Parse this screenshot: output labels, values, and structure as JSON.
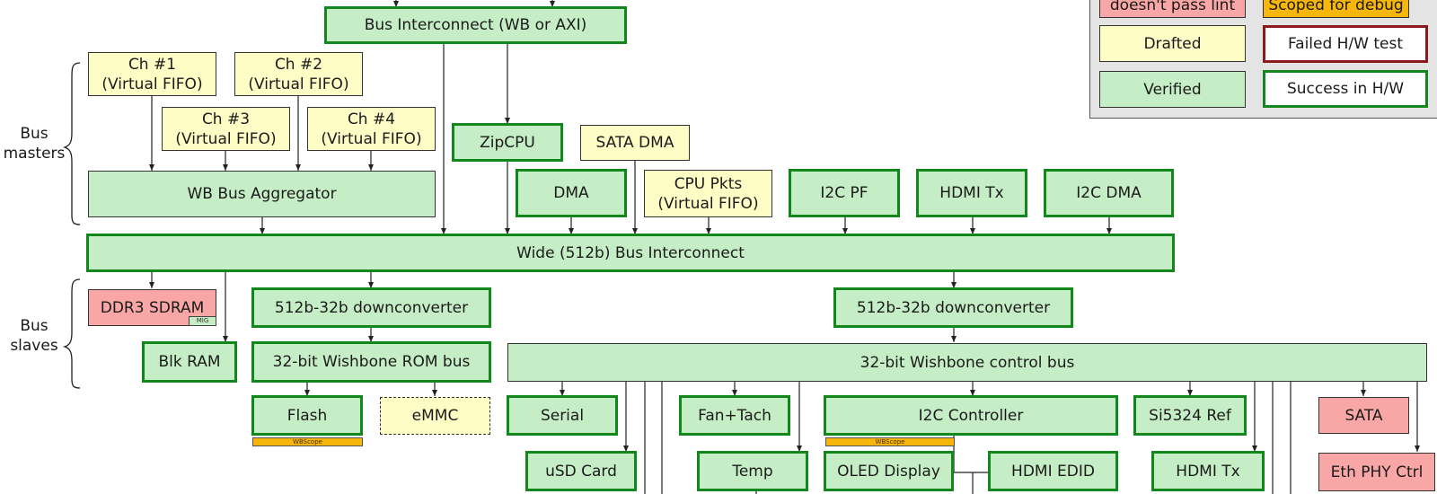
{
  "legend": {
    "lint_fail": "doesn't pass lint",
    "scoped": "Scoped for debug",
    "drafted": "Drafted",
    "failed_hw": "Failed H/W test",
    "verified": "Verified",
    "success_hw": "Success in H/W"
  },
  "labels": {
    "bus_masters": "Bus\nmasters",
    "bus_slaves": "Bus\nslaves"
  },
  "blocks": {
    "bus_interconnect_top": "Bus Interconnect (WB or AXI)",
    "ch1": "Ch #1\n(Virtual FIFO)",
    "ch2": "Ch #2\n(Virtual FIFO)",
    "ch3": "Ch #3\n(Virtual FIFO)",
    "ch4": "Ch #4\n(Virtual FIFO)",
    "zipcpu": "ZipCPU",
    "sata_dma": "SATA DMA",
    "wb_aggregator": "WB Bus Aggregator",
    "dma": "DMA",
    "cpu_pkts": "CPU Pkts\n(Virtual FIFO)",
    "i2c_pf": "I2C PF",
    "hdmi_tx_master": "HDMI Tx",
    "i2c_dma": "I2C DMA",
    "wide_interconnect": "Wide (512b) Bus Interconnect",
    "ddr3": "DDR3 SDRAM",
    "mig_tag": "MIG",
    "downconv_left": "512b-32b downconverter",
    "downconv_right": "512b-32b downconverter",
    "blk_ram": "Blk RAM",
    "rom_bus": "32-bit Wishbone ROM bus",
    "control_bus": "32-bit Wishbone control bus",
    "flash": "Flash",
    "wbscope_tag": "WBScope",
    "emmc": "eMMC",
    "serial": "Serial",
    "fan_tach": "Fan+Tach",
    "i2c_controller": "I2C Controller",
    "si5324": "Si5324 Ref",
    "sata": "SATA",
    "usd_card": "uSD Card",
    "temp": "Temp",
    "oled": "OLED Display",
    "hdmi_edid": "HDMI EDID",
    "hdmi_tx_slave": "HDMI Tx",
    "eth_phy": "Eth PHY Ctrl"
  }
}
